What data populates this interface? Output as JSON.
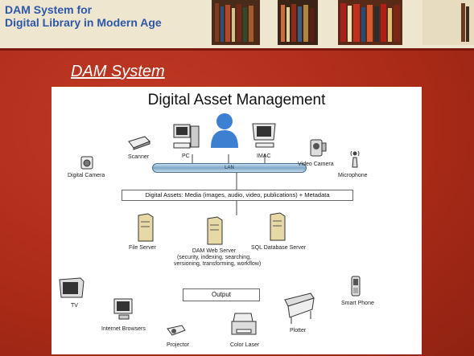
{
  "header": {
    "title_line1": "DAM System for",
    "title_line2": "Digital Library in Modern Age"
  },
  "slide": {
    "title": "DAM System"
  },
  "diagram": {
    "title": "Digital Asset Management",
    "lan_label": "LAN",
    "assets_label": "Digital Assets: Media (images, audio, video, publications) + Metadata",
    "output_label": "Output",
    "devices": {
      "scanner": "Scanner",
      "pc": "PC",
      "imac": "IMAC",
      "video_camera": "Video Camera",
      "digital_camera": "Digital Camera",
      "microphone": "Microphone",
      "file_server": "File Server",
      "dam_web_server": "DAM Web Server",
      "dam_web_server_sub1": "(security, indexing, searching,",
      "dam_web_server_sub2": "versioning, transforming, workflow)",
      "sql_server": "SQL Database Server",
      "tv": "TV",
      "internet_browsers": "Internet Browsers",
      "projector": "Projector",
      "color_laser": "Color Laser",
      "plotter": "Plotter",
      "smart_phone": "Smart Phone"
    }
  },
  "colors": {
    "background": "#b2301e",
    "header_bg": "#efe6d0",
    "header_text": "#2d57a8",
    "slide_title": "#ffffff"
  }
}
